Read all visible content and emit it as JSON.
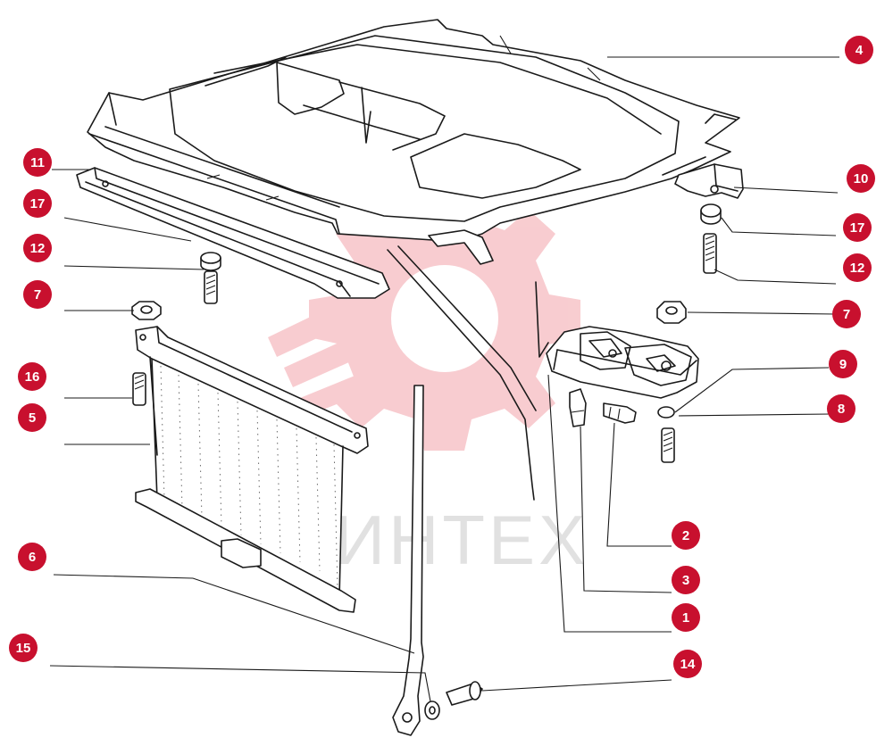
{
  "diagram": {
    "watermark": {
      "text": "ИНТЕХ",
      "logo_icon": "gear-logo-icon",
      "color": "#f7c4c8"
    },
    "badge_color": "#c8102e",
    "callouts": [
      {
        "id": "c4",
        "label": "4"
      },
      {
        "id": "c11",
        "label": "11"
      },
      {
        "id": "c10",
        "label": "10"
      },
      {
        "id": "c17l",
        "label": "17"
      },
      {
        "id": "c17r",
        "label": "17"
      },
      {
        "id": "c12l",
        "label": "12"
      },
      {
        "id": "c12r",
        "label": "12"
      },
      {
        "id": "c7l",
        "label": "7"
      },
      {
        "id": "c7r",
        "label": "7"
      },
      {
        "id": "c16",
        "label": "16"
      },
      {
        "id": "c9",
        "label": "9"
      },
      {
        "id": "c5",
        "label": "5"
      },
      {
        "id": "c8",
        "label": "8"
      },
      {
        "id": "c2",
        "label": "2"
      },
      {
        "id": "c6",
        "label": "6"
      },
      {
        "id": "c3",
        "label": "3"
      },
      {
        "id": "c1",
        "label": "1"
      },
      {
        "id": "c15",
        "label": "15"
      },
      {
        "id": "c14",
        "label": "14"
      }
    ]
  }
}
